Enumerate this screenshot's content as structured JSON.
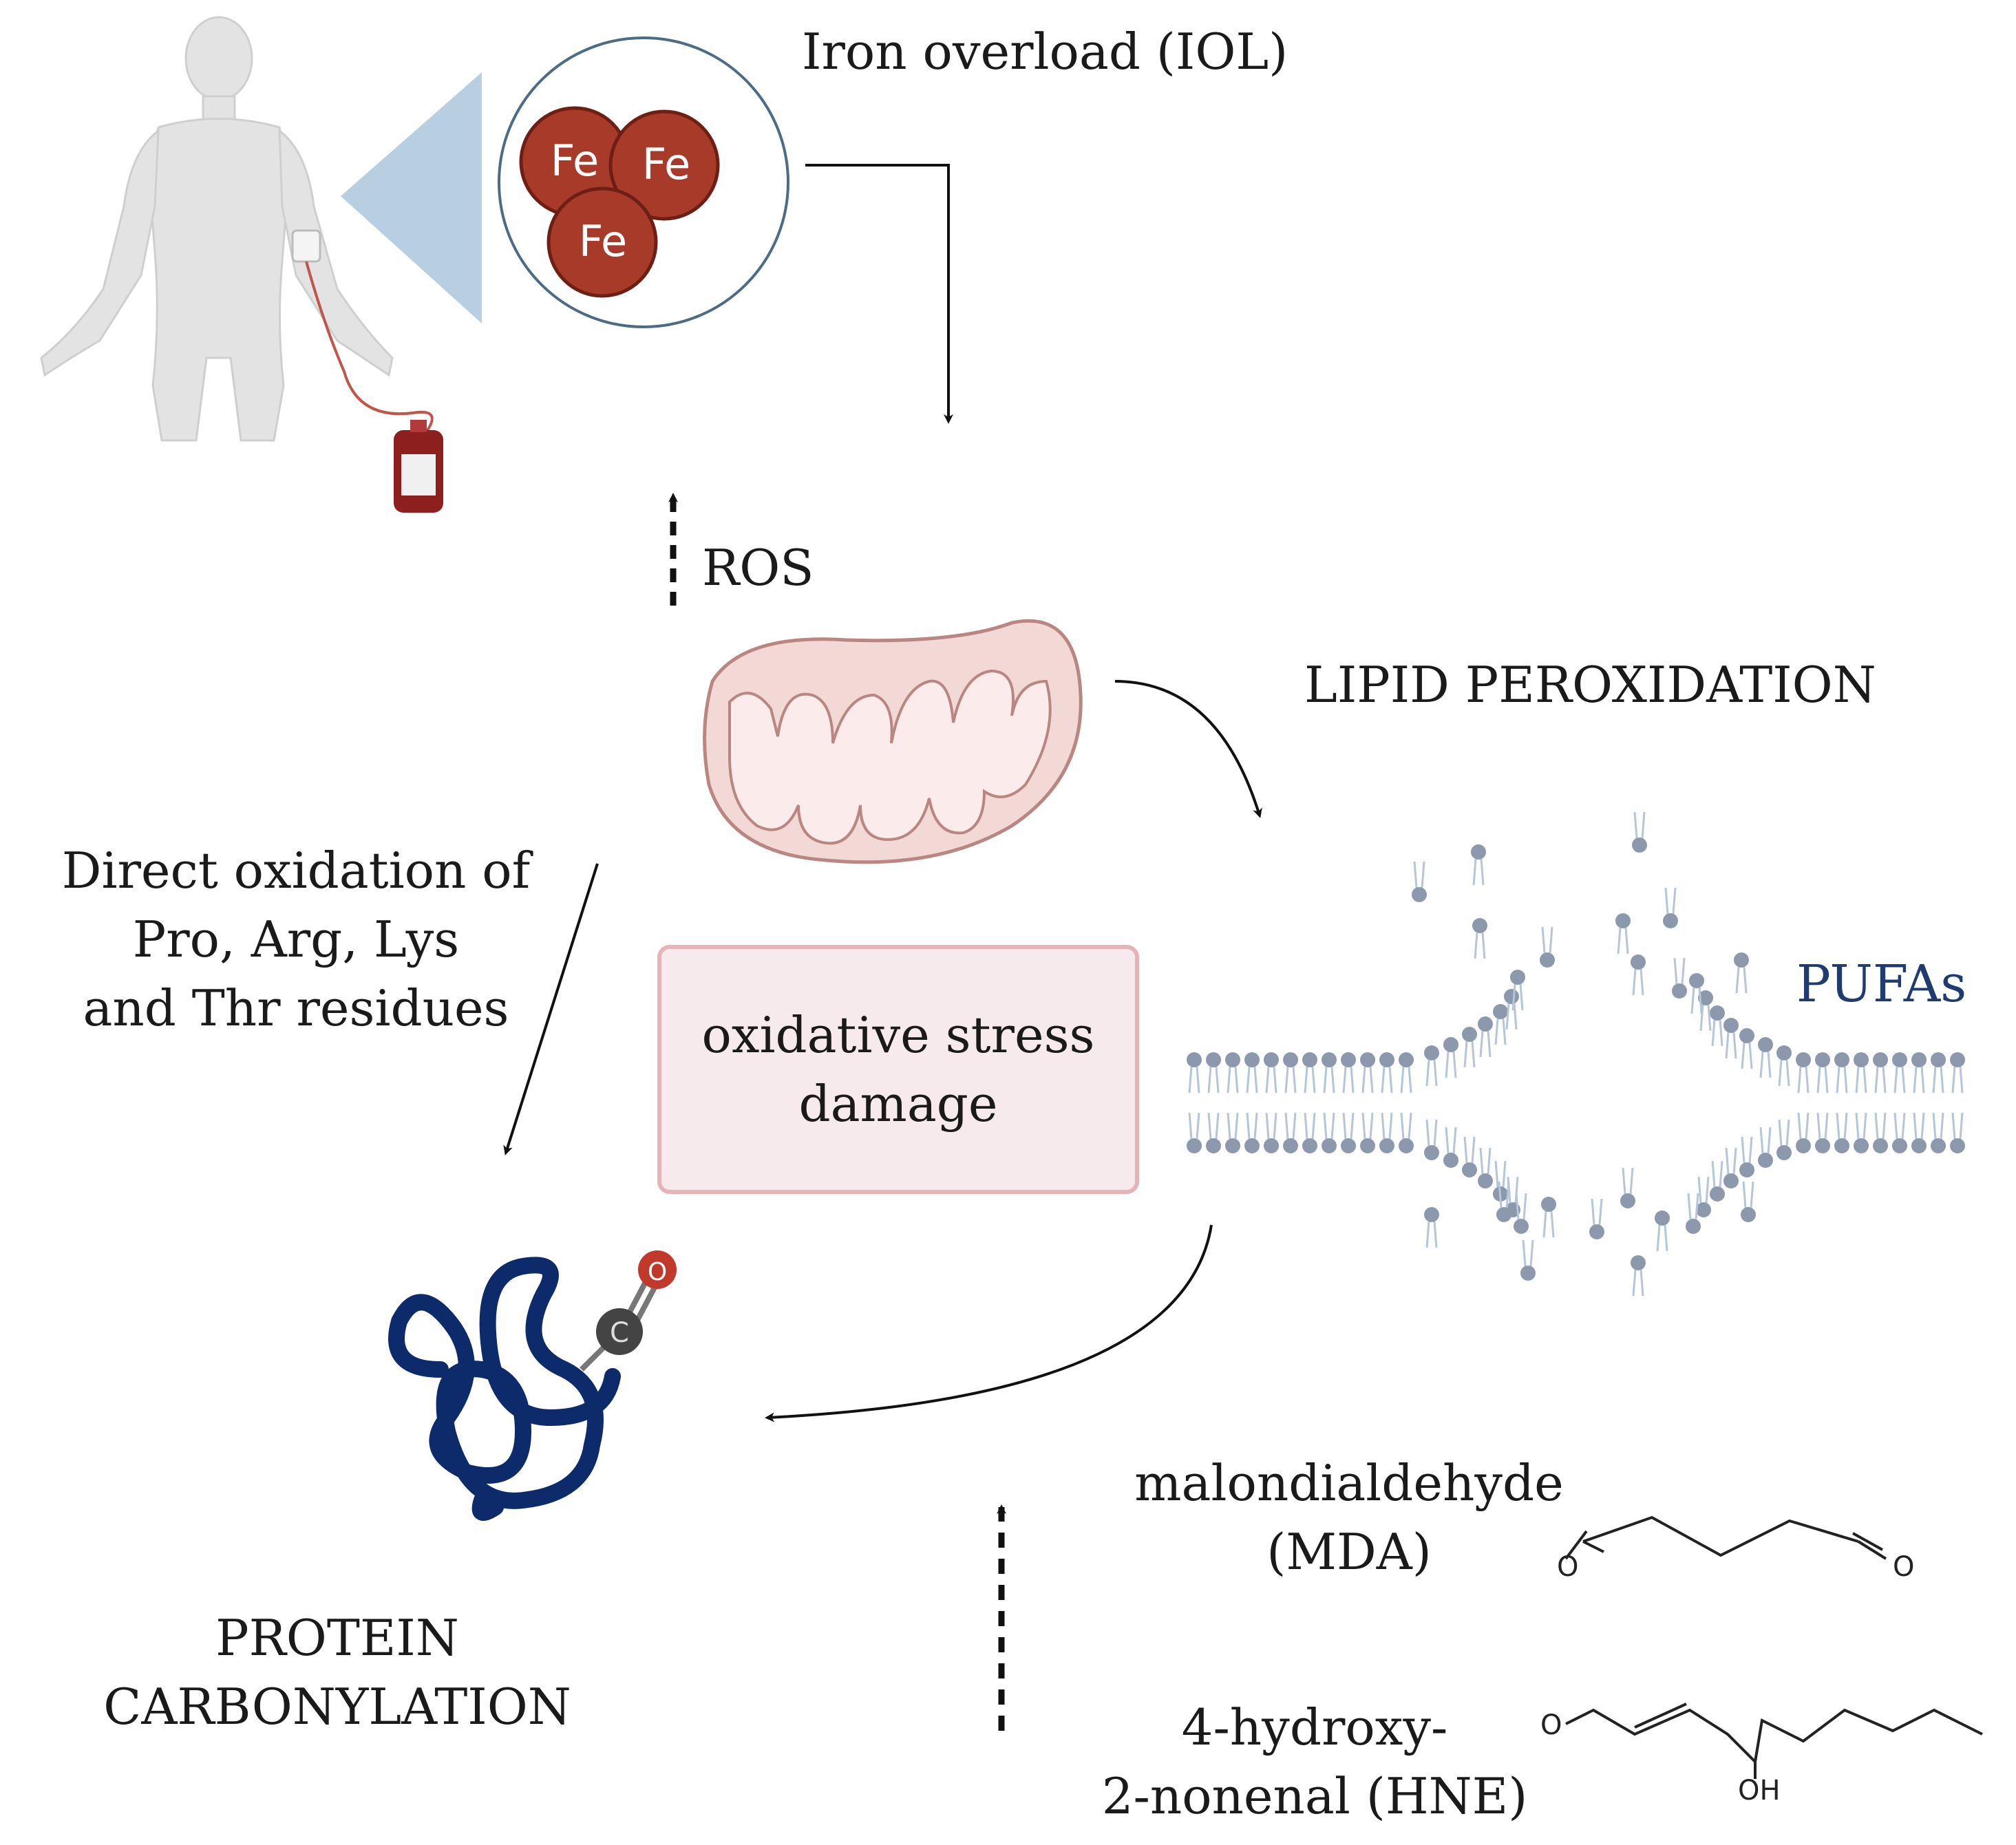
{
  "labels": {
    "iol": "Iron overload (IOL)",
    "ros": "ROS",
    "lipid_peroxidation": "LIPID PEROXIDATION",
    "direct_oxidation": [
      "Direct oxidation of",
      "Pro, Arg, Lys",
      "and Thr residues"
    ],
    "stress": "oxidative stress\ndamage",
    "pufas": "PUFAs",
    "protein_carbonylation": [
      "PROTEIN",
      "CARBONYLATION"
    ],
    "mda": [
      "malondialdehyde",
      "(MDA)"
    ],
    "hne": [
      "4-hydroxy-",
      "2-nonenal (HNE)"
    ]
  },
  "iron_atoms": [
    "Fe",
    "Fe",
    "Fe"
  ],
  "carbonyl_atoms": {
    "carbon": "C",
    "oxygen": "O"
  },
  "mda_atoms": [
    "O",
    "O"
  ],
  "hne_atoms": [
    "O",
    "OH"
  ],
  "colors": {
    "iron": "#a83a2a",
    "protein": "#0d2b6b",
    "mito_fill": "#f3d9d6",
    "mito_stroke": "#b98682",
    "stress_fill": "#f7eaec",
    "stress_border": "#e6b3b8",
    "membrane": "#8c99ad",
    "pufa_text": "#1f3b70",
    "zoom_cone": "#b7cfe0"
  }
}
